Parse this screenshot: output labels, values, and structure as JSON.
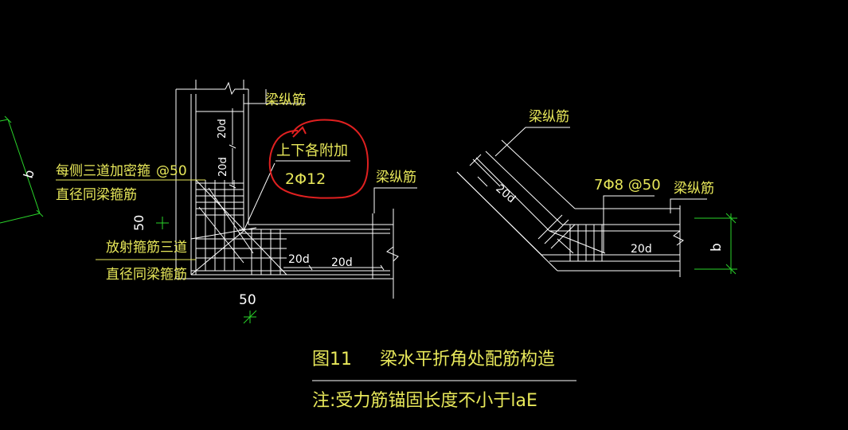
{
  "left_detail": {
    "beam_rebar_top": "梁纵筋",
    "beam_rebar_right": "梁纵筋",
    "note_red_line1": "上下各附加",
    "note_red_line2": "2Φ12",
    "side_stirrups_line1": "每侧三道加密箍",
    "side_stirrups_spacing": "@50",
    "side_stirrups_line2": "直径同梁箍筋",
    "radial_stirrups_line1": "放射箍筋三道",
    "radial_stirrups_line2": "直径同梁箍筋",
    "dim_20d_vert_top": "20d",
    "dim_20d_vert_mid": "20d",
    "dim_20d_h1": "20d",
    "dim_20d_h2": "20d",
    "dim_50_side": "50",
    "dim_50_bottom": "50",
    "dim_width": "b"
  },
  "right_detail": {
    "beam_rebar_top": "梁纵筋",
    "beam_rebar_right": "梁纵筋",
    "stirrups": "7Φ8 @50",
    "dim_20d_diag": "20d",
    "dim_20d_h": "20d",
    "dim_width": "b"
  },
  "caption": {
    "title": "图11     梁水平折角处配筋构造",
    "note": "注:受力筋锚固长度不小于laE"
  },
  "colors": {
    "text": "#e8e85a",
    "lines": "#ffffff",
    "dims": "#2ad42a",
    "markup": "#e02020",
    "background": "#000000"
  }
}
